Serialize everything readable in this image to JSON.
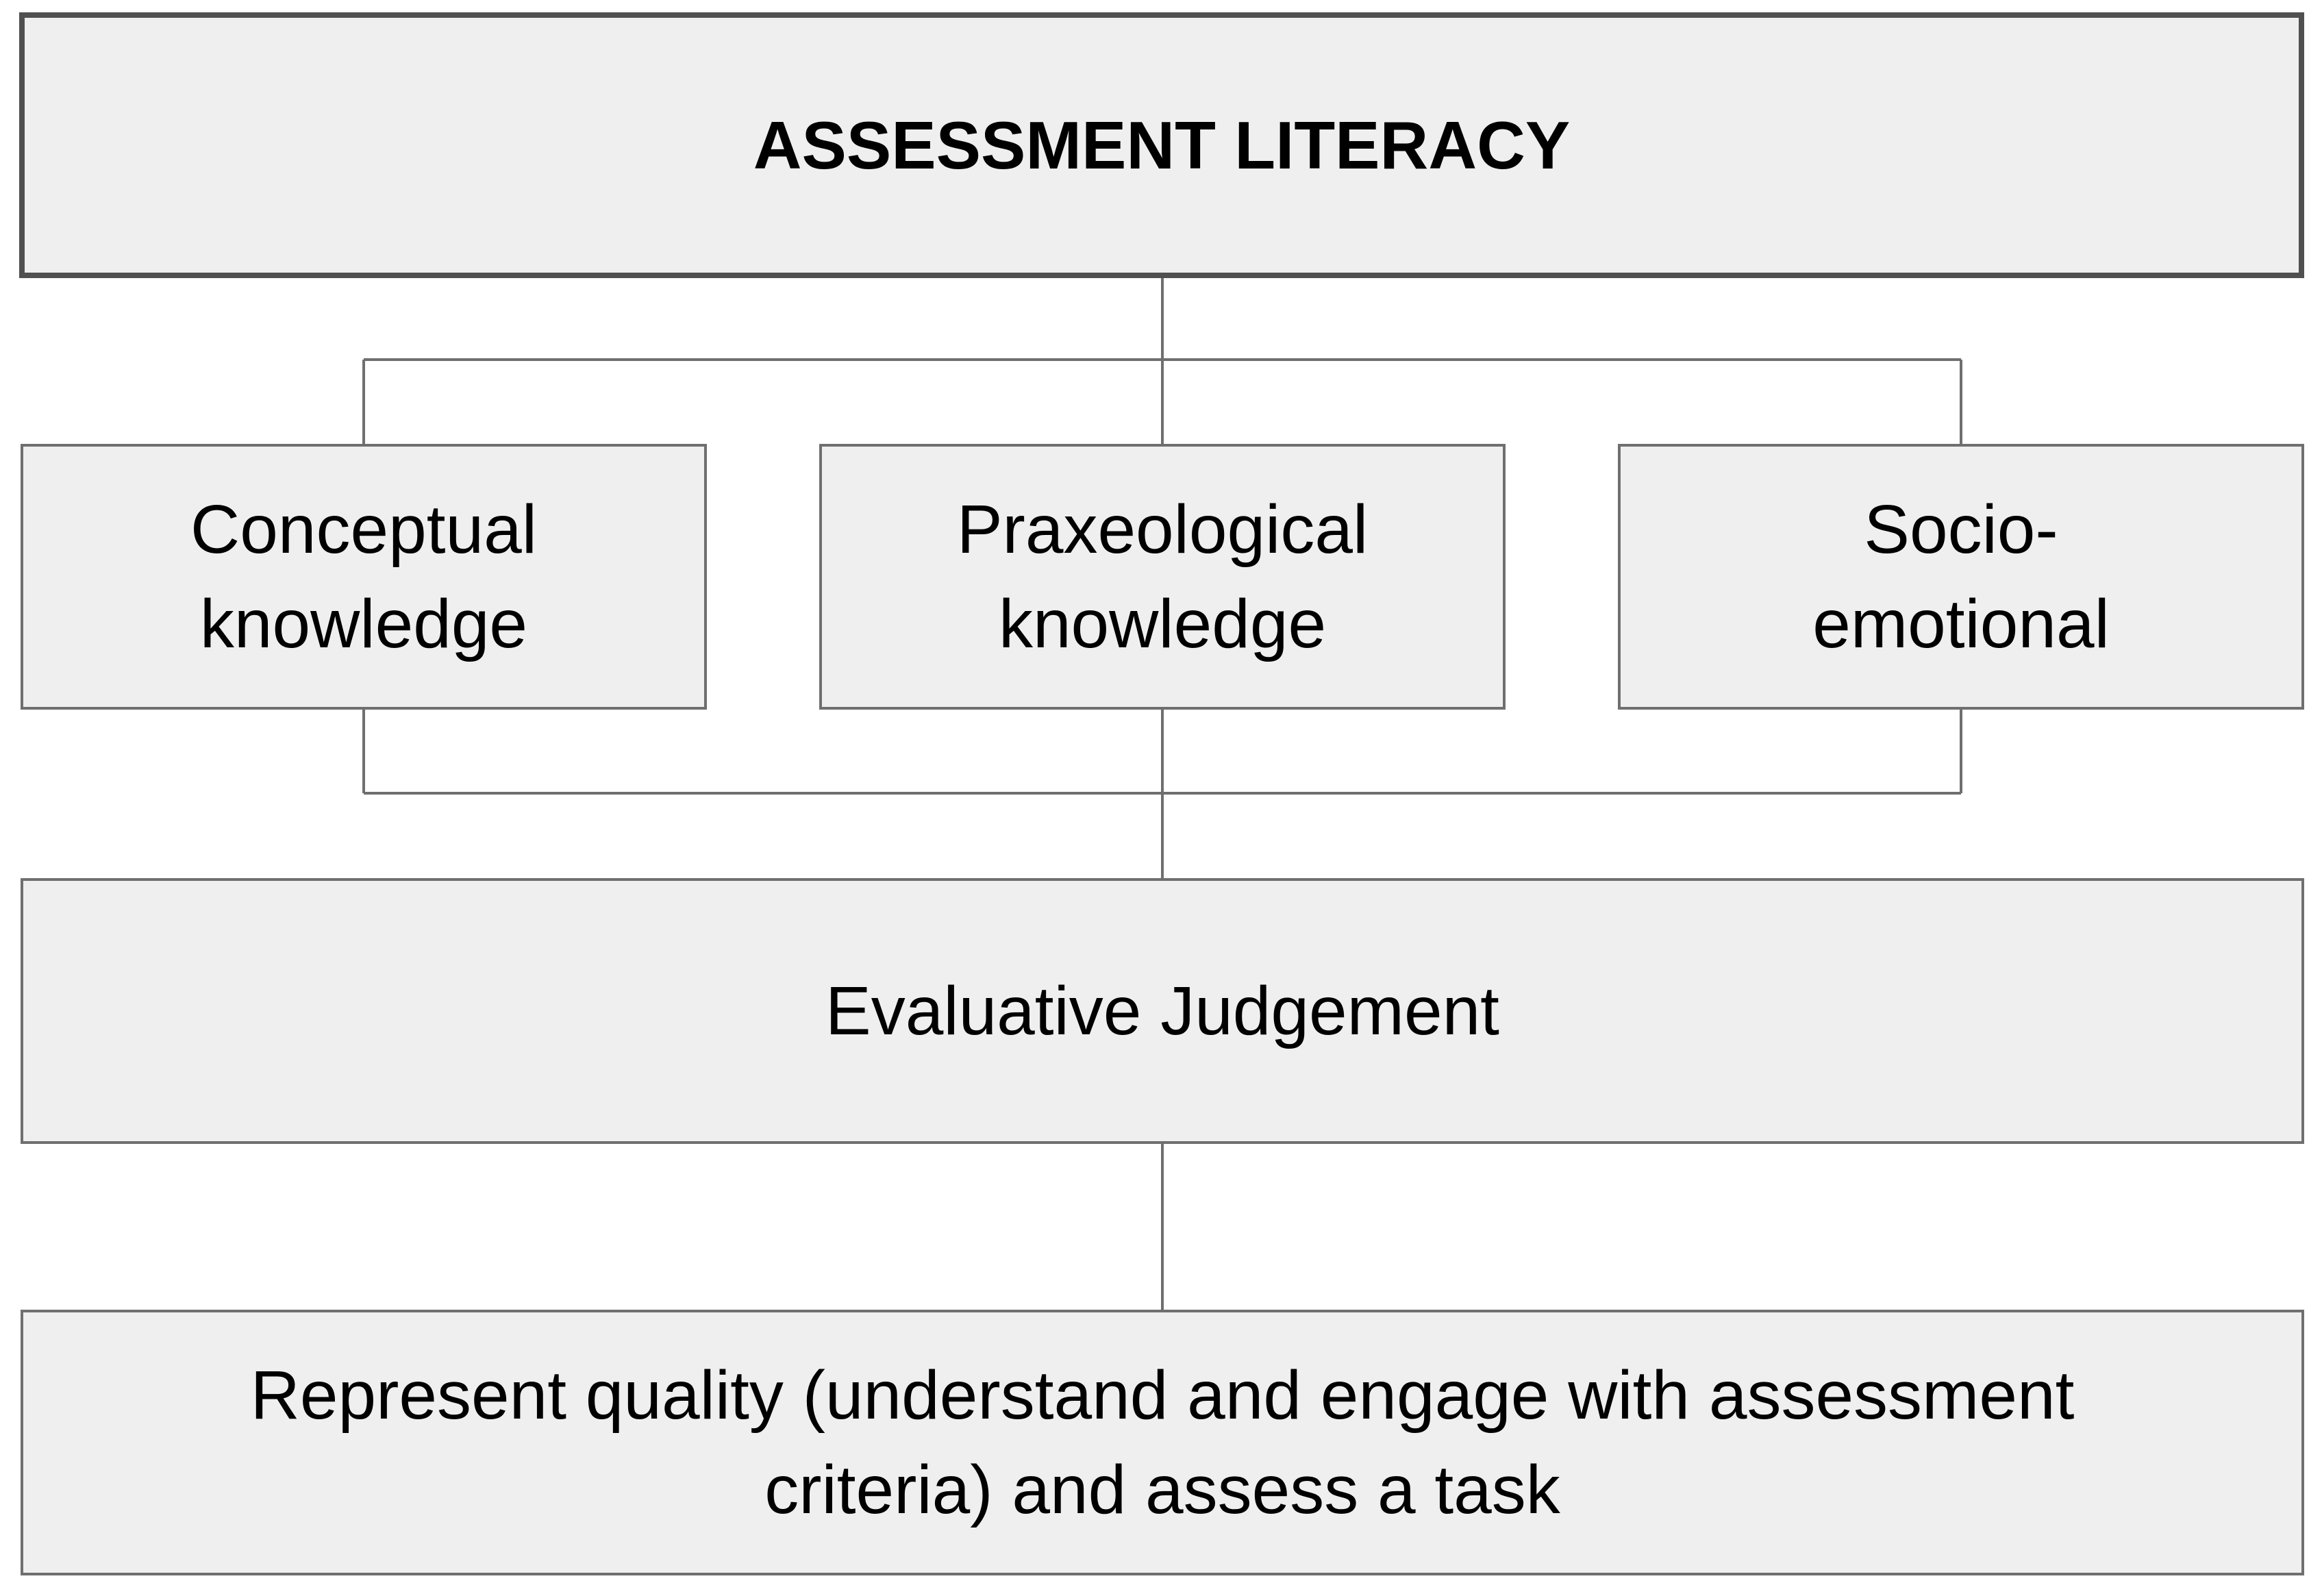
{
  "diagram": {
    "top": {
      "label": "ASSESSMENT LITERACY"
    },
    "components": [
      {
        "line1": "Conceptual",
        "line2": "knowledge"
      },
      {
        "line1": "Praxeological",
        "line2": "knowledge"
      },
      {
        "line1": "Socio-",
        "line2": "emotional"
      }
    ],
    "middle": {
      "label": "Evaluative Judgement"
    },
    "bottom": {
      "line1": "Represent quality (understand and engage with assessment",
      "line2": "criteria) and assess a task"
    }
  },
  "colors": {
    "box_fill": "#efefef",
    "box_border": "#6f6f6f",
    "connector": "#6f6f6f"
  }
}
